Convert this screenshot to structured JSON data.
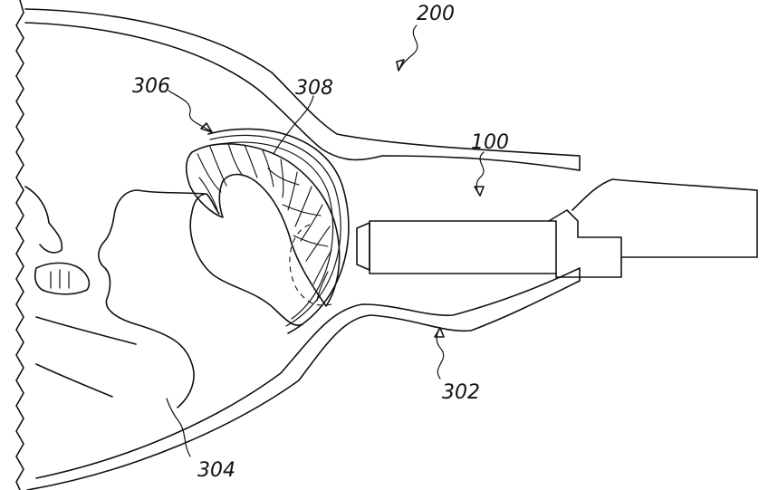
{
  "labels": {
    "l200": "200",
    "l100": "100",
    "l306": "306",
    "l308": "308",
    "l302": "302",
    "l304": "304"
  }
}
